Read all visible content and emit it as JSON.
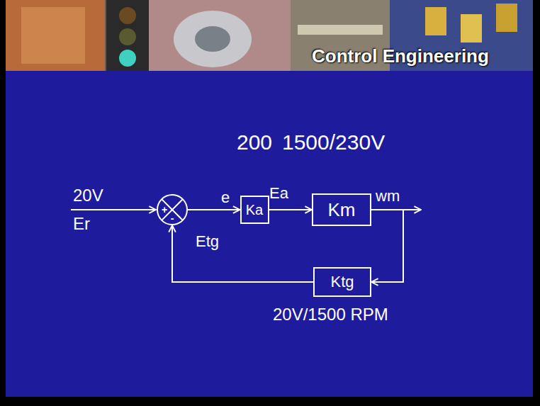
{
  "diagram": {
    "nodes": [
      {
        "text": [
          "+",
          "-"
        ]
      },
      {
        "text": [
          "Ka"
        ]
      },
      {
        "text": [
          "Km"
        ]
      },
      {
        "text": [
          "Ktg"
        ]
      }
    ],
    "edges": [
      {
        "from": 0,
        "to": 1,
        "arrow": "to",
        "label": "e"
      },
      {
        "from": 1,
        "to": 2,
        "arrow": "to",
        "label": "Ea"
      },
      {
        "from": 2,
        "to": 3,
        "arrow": "to"
      },
      {
        "from": 3,
        "to": 0,
        "arrow": "to",
        "label": "Etg"
      }
    ],
    "labels": [
      "Control Engineering",
      "200",
      "1500/230V",
      "20V",
      "Er",
      "wm",
      "20V/1500 RPM"
    ]
  }
}
